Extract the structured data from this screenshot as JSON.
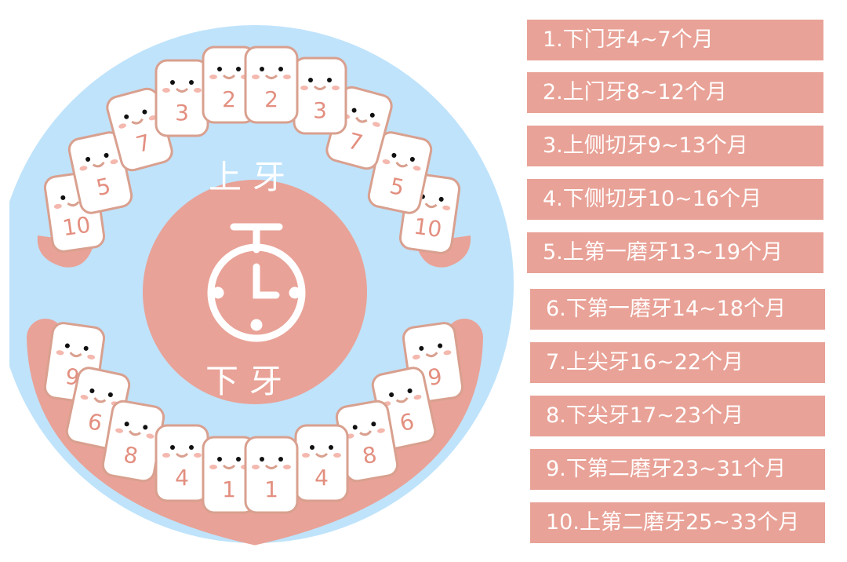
{
  "diagram": {
    "upper_label": "上牙",
    "lower_label": "下牙",
    "center_icon": "stopwatch-icon",
    "upper_teeth": [
      "10",
      "5",
      "7",
      "3",
      "2",
      "2",
      "3",
      "7",
      "5",
      "10"
    ],
    "lower_teeth": [
      "9",
      "6",
      "8",
      "4",
      "1",
      "1",
      "4",
      "8",
      "6",
      "9"
    ],
    "colors": {
      "background_circle": "#bfe3fb",
      "accent": "#e9a297",
      "tooth_outline": "#d9a08f",
      "number": "#e38f80"
    }
  },
  "legend": [
    "1.下门牙4~7个月",
    "2.上门牙8~12个月",
    "3.上侧切牙9~13个月",
    "4.下侧切牙10~16个月",
    "5.上第一磨牙13~19个月",
    "6.下第一磨牙14~18个月",
    "7.上尖牙16~22个月",
    "8.下尖牙17~23个月",
    "9.下第二磨牙23~31个月",
    "10.上第二磨牙25~33个月"
  ]
}
